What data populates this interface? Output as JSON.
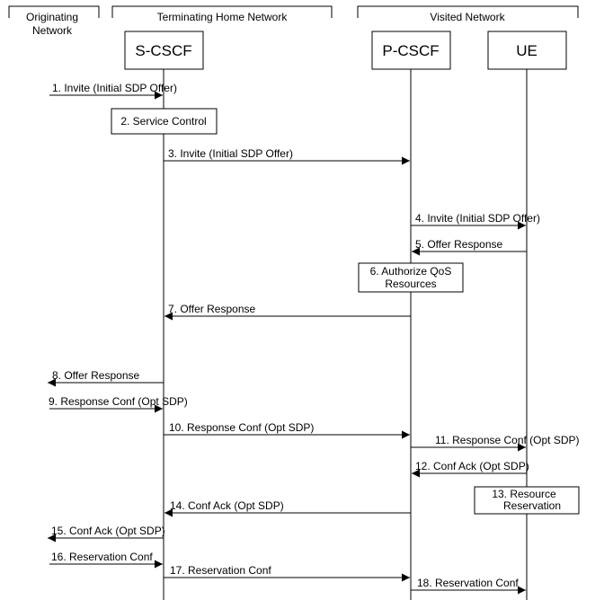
{
  "networks": {
    "originating": [
      "Originating",
      "Network"
    ],
    "terminating_home": "Terminating Home Network",
    "visited": "Visited Network"
  },
  "entities": {
    "scscf": "S-CSCF",
    "pcscf": "P-CSCF",
    "ue": "UE"
  },
  "steps": {
    "s1": "1. Invite (Initial SDP Offer)",
    "s2": "2. Service Control",
    "s3": "3. Invite (Initial SDP Offer)",
    "s4": "4. Invite (Initial SDP Offer)",
    "s5": "5. Offer Response",
    "s6": [
      "6. Authorize QoS",
      "Resources"
    ],
    "s7": "7. Offer Response",
    "s8": "8. Offer Response",
    "s9": "9. Response Conf (Opt SDP)",
    "s10": "10. Response Conf (Opt SDP)",
    "s11": "11. Response Conf (Opt SDP)",
    "s12": "12. Conf Ack (Opt SDP)",
    "s13": [
      "13. Resource",
      "Reservation"
    ],
    "s14": "14. Conf Ack (Opt SDP)",
    "s15": "15. Conf Ack (Opt SDP)",
    "s16": "16. Reservation Conf",
    "s17": "17. Reservation Conf",
    "s18": "18. Reservation Conf"
  }
}
